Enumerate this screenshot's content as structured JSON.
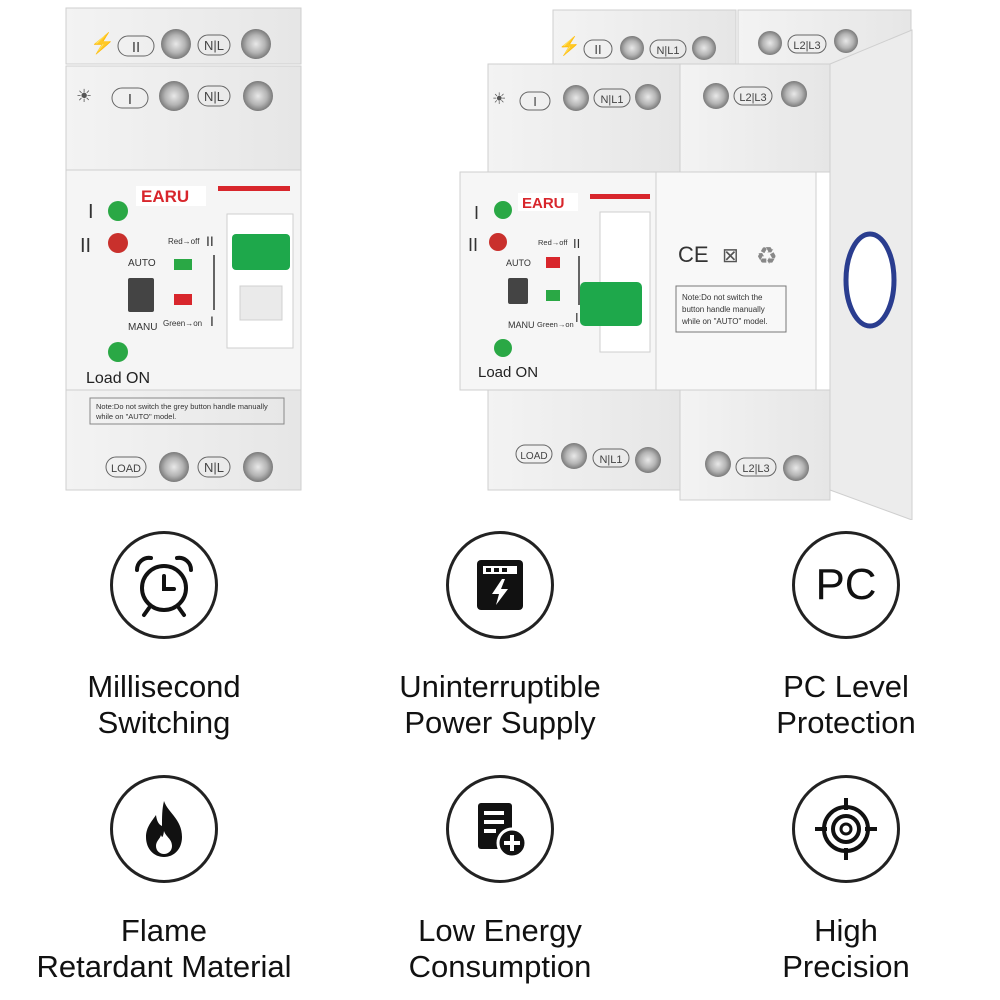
{
  "products": {
    "left": {
      "brand": "EARU",
      "port_top_2": "II",
      "port_top_1": "I",
      "terminal_top": "N|L",
      "terminal_bottom": "N|L",
      "load_port": "LOAD",
      "ind_1": "I",
      "ind_2": "II",
      "auto": "AUTO",
      "manu": "MANU",
      "red_off": "Red→off",
      "green_on": "Green→on",
      "scale_2": "II",
      "scale_1": "I",
      "load_on": "Load ON",
      "note_line1": "Note:Do not switch the grey button handle manually",
      "note_line2": "while on \"AUTO\" model."
    },
    "right": {
      "brand": "EARU",
      "port_top_2": "II",
      "port_top_1": "I",
      "terminal_a": "N|L1",
      "terminal_b": "L2|L3",
      "load_port": "LOAD",
      "ind_1": "I",
      "ind_2": "II",
      "auto": "AUTO",
      "manu": "MANU",
      "red_off": "Red→off",
      "green_on": "Green→on",
      "scale_2": "II",
      "scale_1": "I",
      "load_on": "Load ON",
      "cert": "CE",
      "note_line1": "Note:Do not switch the",
      "note_line2": "button handle manually",
      "note_line3": "while on \"AUTO\" model."
    }
  },
  "features": [
    {
      "icon": "alarm-clock-icon",
      "line1": "Millisecond",
      "line2": "Switching"
    },
    {
      "icon": "power-supply-icon",
      "line1": "Uninterruptible",
      "line2": "Power Supply"
    },
    {
      "icon": "pc-icon",
      "icon_text": "PC",
      "line1": "PC Level",
      "line2": "Protection"
    },
    {
      "icon": "flame-icon",
      "line1": "Flame",
      "line2": "Retardant Material"
    },
    {
      "icon": "document-plus-icon",
      "line1": "Low Energy",
      "line2": "Consumption"
    },
    {
      "icon": "target-icon",
      "line1": "High",
      "line2": "Precision"
    }
  ],
  "colors": {
    "brand_red": "#d8262c",
    "handle_green": "#1ea84b",
    "led_green": "#2aa845",
    "led_red": "#c9302c"
  }
}
